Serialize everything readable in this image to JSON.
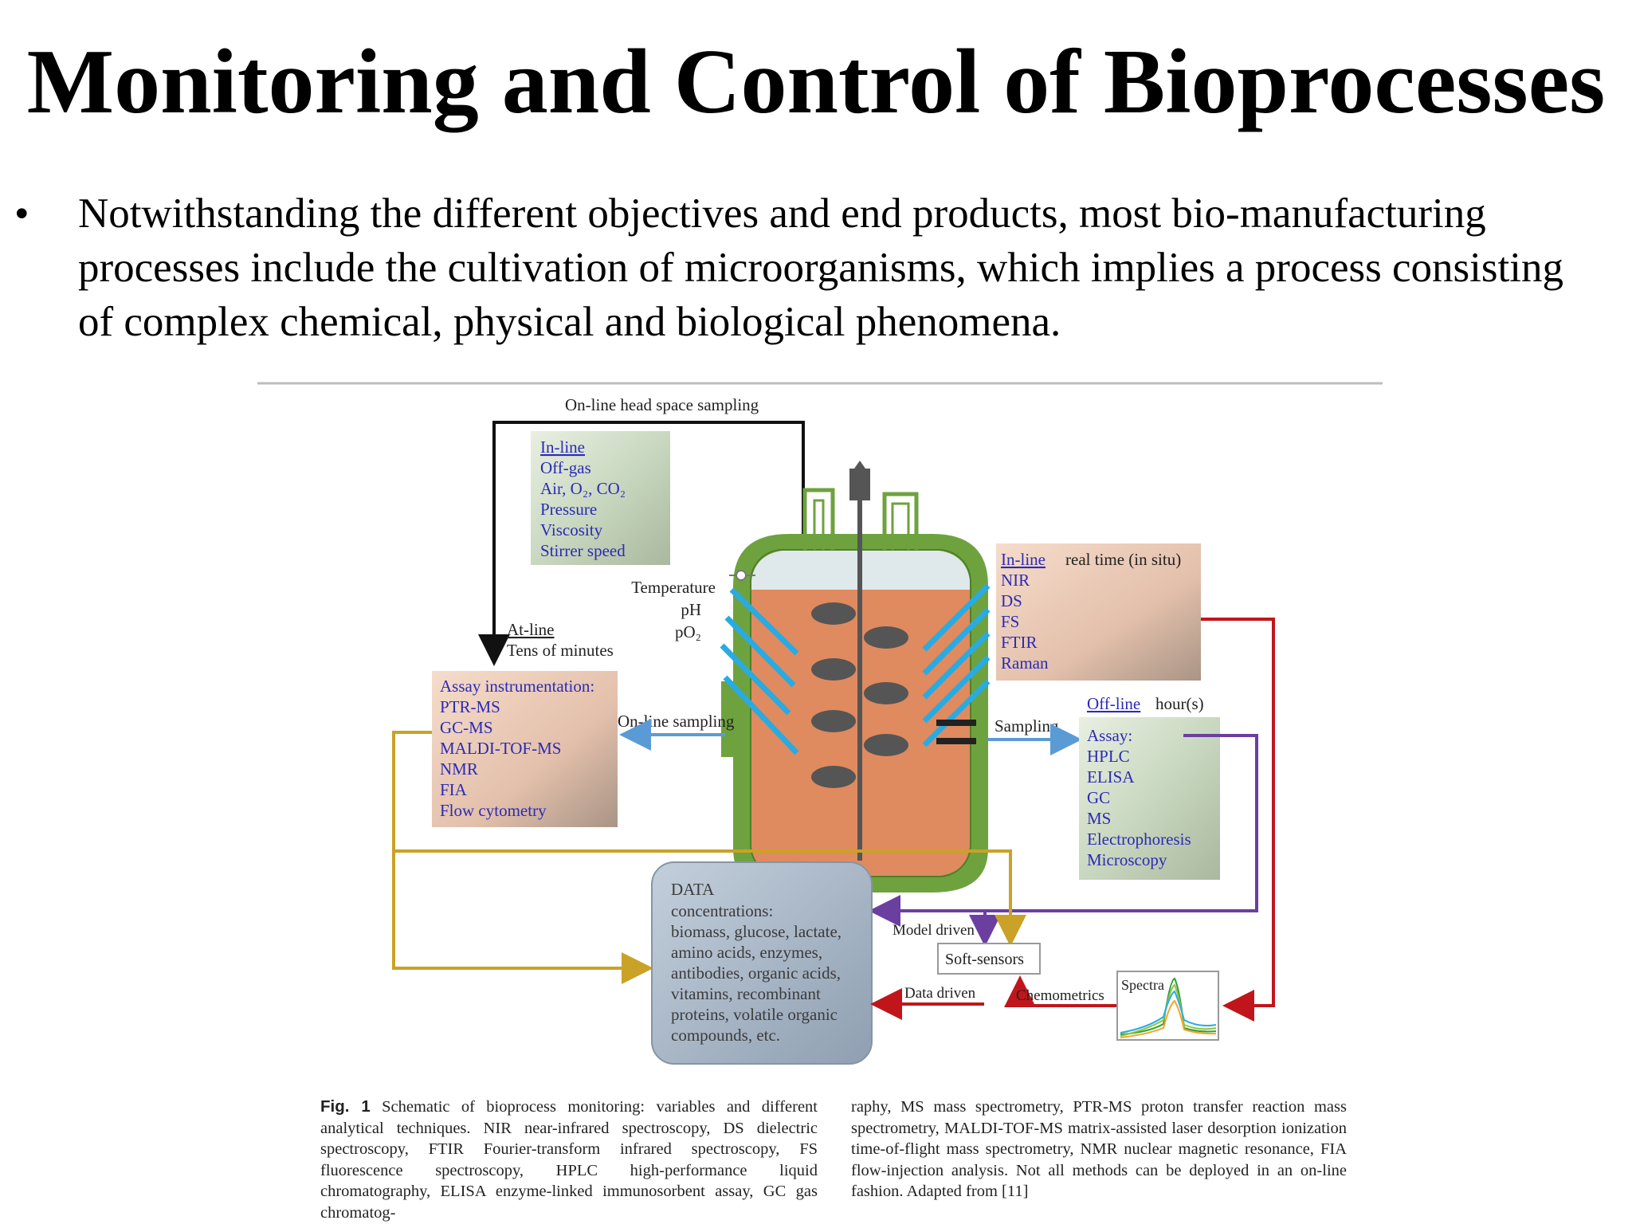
{
  "title": "Monitoring and Control of Bioprocesses",
  "bullet": {
    "symbol": "•",
    "text": "Notwithstanding the different objectives and end products, most bio-manufacturing processes include the cultivation of microorganisms, which implies a process consisting of complex chemical, physical and biological phenomena."
  },
  "figure": {
    "headspace_label": "On-line head space sampling",
    "inline_top": {
      "heading": "In-line",
      "items": [
        "Off-gas",
        "Air, O₂, CO₂",
        "Pressure",
        "Viscosity",
        "Stirrer speed"
      ]
    },
    "reactor_probes": [
      "Temperature",
      "pH",
      "pO₂"
    ],
    "atline": {
      "heading": "At-line",
      "subheading": "Tens of minutes"
    },
    "assay_box": {
      "heading": "Assay instrumentation:",
      "items": [
        "PTR-MS",
        "GC-MS",
        "MALDI-TOF-MS",
        "NMR",
        "FIA",
        "Flow cytometry"
      ]
    },
    "online_sampling_label": "On-line sampling",
    "inline_right": {
      "heading": "In-line",
      "subheading": "real time (in situ)",
      "items": [
        "NIR",
        "DS",
        "FS",
        "FTIR",
        "Raman"
      ]
    },
    "offline": {
      "heading": "Off-line",
      "subheading": "hour(s)",
      "sampling_label": "Sampling",
      "items": [
        "Assay:",
        "HPLC",
        "ELISA",
        "GC",
        "MS",
        "Electrophoresis",
        "Microscopy"
      ]
    },
    "data_box": {
      "lines": [
        "DATA",
        "concentrations:",
        "biomass, glucose, lactate,",
        "amino acids, enzymes,",
        "antibodies, organic acids,",
        "vitamins, recombinant",
        "proteins, volatile organic",
        "compounds, etc."
      ]
    },
    "model_driven_label": "Model driven",
    "soft_sensors_label": "Soft-sensors",
    "data_driven_label": "Data driven",
    "chemometrics_label": "Chemometrics",
    "spectra_label": "Spectra",
    "colors": {
      "inline_text": "#2b2bb5",
      "arrow_black": "#111111",
      "arrow_gold": "#c9a227",
      "arrow_purple": "#6a3fa0",
      "arrow_red": "#c0161b",
      "arrow_blue": "#5b9bd5",
      "probe_blue": "#29abe2",
      "liquid": "#e08a5f",
      "jacket": "#6ea23e",
      "headspace": "#dfe8ea",
      "data_box": "#a9b7c6"
    }
  },
  "caption": {
    "label": "Fig. 1",
    "left": "Schematic of bioprocess monitoring: variables and different analytical techniques. NIR near-infrared spectroscopy, DS dielectric spectroscopy, FTIR Fourier-transform infrared spectroscopy, FS fluorescence spectroscopy, HPLC high-performance liquid chromatography, ELISA enzyme-linked immunosorbent assay, GC gas chromatog-",
    "right": "raphy, MS mass spectrometry, PTR-MS proton transfer reaction mass spectrometry, MALDI-TOF-MS matrix-assisted laser desorption ionization time-of-flight mass spectrometry, NMR nuclear magnetic resonance, FIA flow-injection analysis. Not all methods can be deployed in an on-line fashion. Adapted from [11]"
  }
}
